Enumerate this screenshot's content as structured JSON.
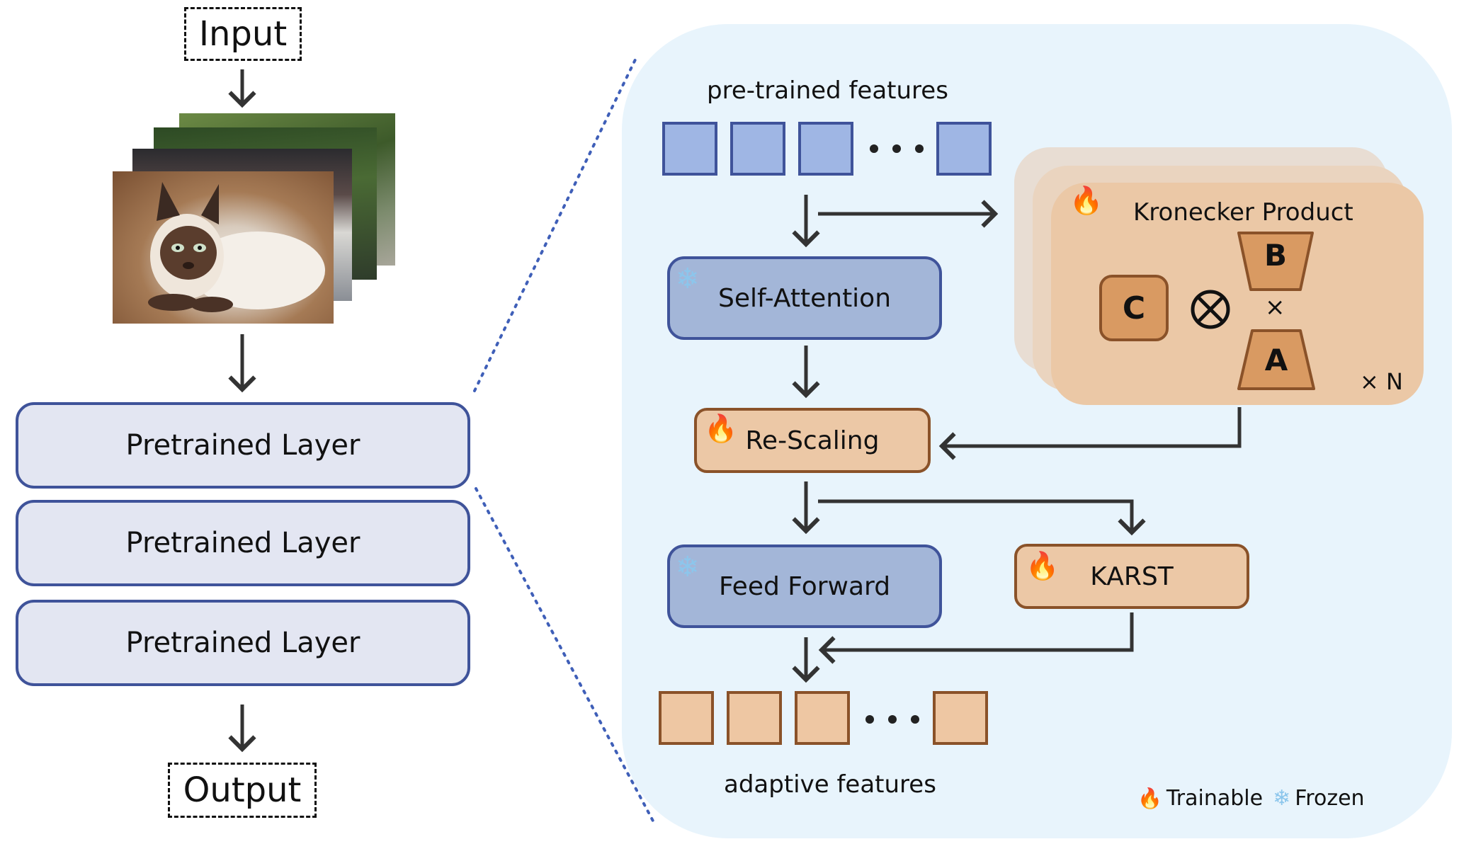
{
  "left": {
    "input_label": "Input",
    "output_label": "Output",
    "layers": [
      "Pretrained Layer",
      "Pretrained Layer",
      "Pretrained Layer"
    ]
  },
  "right": {
    "pretrained_label": "pre-trained features",
    "self_attention": "Self-Attention",
    "rescaling": "Re-Scaling",
    "feed_forward": "Feed Forward",
    "karst": "KARST",
    "adaptive_label": "adaptive features",
    "kronecker": {
      "title": "Kronecker Product",
      "c": "C",
      "b": "B",
      "a": "A",
      "times": "×",
      "repeat": "× N"
    },
    "legend": {
      "trainable": "Trainable",
      "frozen": "Frozen"
    }
  },
  "colors": {
    "blue_fill": "#a3b6d8",
    "blue_border": "#3f539a",
    "tan_fill": "#ecc8a6",
    "tan_border": "#8a5229",
    "panel_bg": "#e8f4fc",
    "dotted_line": "#3f5fb8"
  },
  "icons": [
    "fire-icon",
    "snowflake-icon",
    "otimes-icon",
    "arrow-icon"
  ]
}
